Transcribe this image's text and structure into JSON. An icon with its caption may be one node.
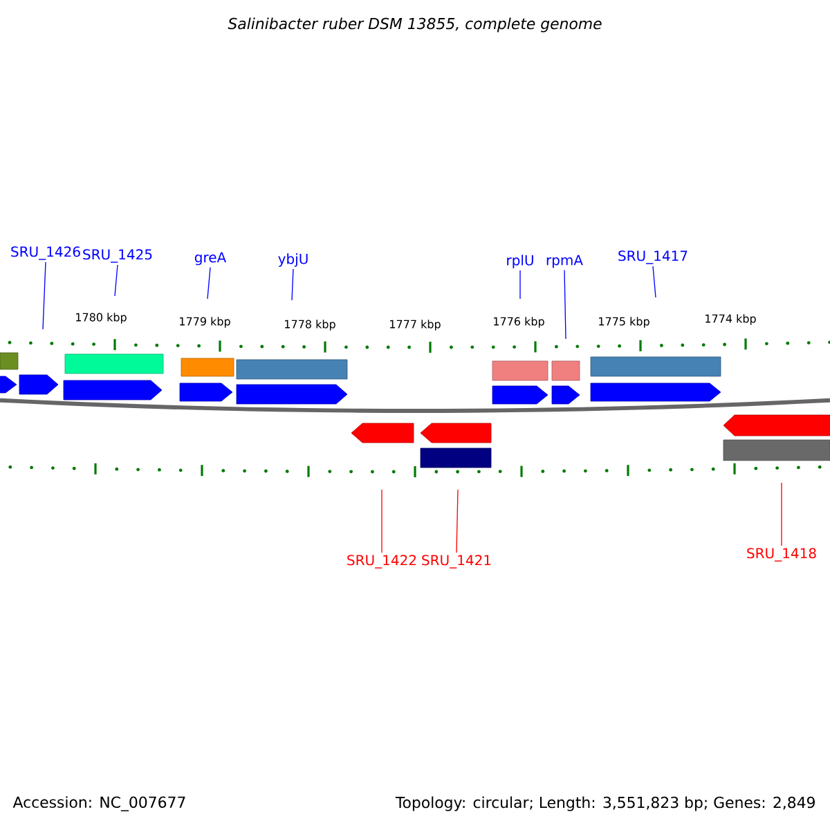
{
  "diagram": {
    "title": "Salinibacter ruber DSM 13855, complete genome",
    "nodes": [
      {
        "text": [
          "SRU_1426"
        ]
      },
      {
        "text": [
          "SRU_1425"
        ]
      },
      {
        "text": [
          "greA"
        ]
      },
      {
        "text": [
          "ybjU"
        ]
      },
      {
        "text": [
          "rplU"
        ]
      },
      {
        "text": [
          "rpmA"
        ]
      },
      {
        "text": [
          "SRU_1417"
        ]
      },
      {
        "text": [
          "SRU_1422"
        ]
      },
      {
        "text": [
          "SRU_1421"
        ]
      },
      {
        "text": [
          "SRU_1418"
        ]
      }
    ],
    "edges": [
      {
        "from": 0,
        "to": null,
        "arrow": "none"
      },
      {
        "from": 1,
        "to": null,
        "arrow": "none"
      },
      {
        "from": 2,
        "to": null,
        "arrow": "none"
      },
      {
        "from": 3,
        "to": null,
        "arrow": "none"
      },
      {
        "from": 4,
        "to": null,
        "arrow": "none"
      },
      {
        "from": 5,
        "to": null,
        "arrow": "none"
      },
      {
        "from": 6,
        "to": null,
        "arrow": "none"
      },
      {
        "from": 7,
        "to": null,
        "arrow": "none",
        "color": "#ff0000"
      },
      {
        "from": 8,
        "to": null,
        "arrow": "none",
        "color": "#ff0000"
      },
      {
        "from": 9,
        "to": null,
        "arrow": "none",
        "color": "#ff0000"
      }
    ],
    "labels": [
      "1780 kbp",
      "1779 kbp",
      "1778 kbp",
      "1777 kbp",
      "1776 kbp",
      "1775 kbp",
      "1774 kbp",
      "Accession: NC_007677",
      "Topology: circular; Length: 3,551,823 bp; Genes: 2,849"
    ]
  }
}
